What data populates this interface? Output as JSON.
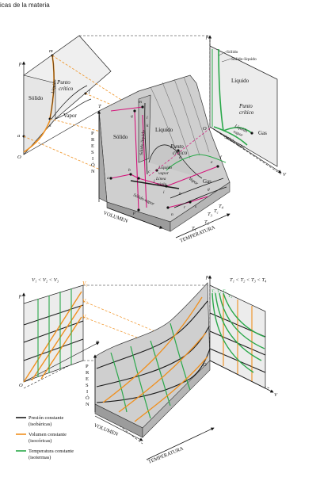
{
  "page": {
    "header": "icas de la materia"
  },
  "top_diagram": {
    "pv": {
      "p": "p",
      "O": "O",
      "a": "a",
      "m": "m",
      "s": "s",
      "f": "f",
      "T": "T",
      "solido": "Sólido",
      "liquido": "Líquido",
      "punto_critico": [
        "Punto",
        "crítico"
      ],
      "vapor": "Vapor"
    },
    "pvt": {
      "solido": "Sólido",
      "liquido": "Líquido",
      "punto_critico": [
        "Punto",
        "crítico"
      ],
      "liquido_vapor": [
        "Líquido",
        "vapor",
        "Línea",
        "triple"
      ],
      "solido_liquido": "Sólido-líquido",
      "gas": "Gas",
      "vapor": "Vapor",
      "solido_vapor": "Sólido-vapor",
      "points": [
        "m",
        "l",
        "k",
        "q",
        "c",
        "d",
        "e",
        "f",
        "a",
        "b",
        "j",
        "i",
        "h",
        "g",
        "p",
        "n",
        "r",
        "s"
      ],
      "T1": "T",
      "T2": "T",
      "T3": "T",
      "Tc": "T",
      "T4": "T",
      "T_subs": [
        "1",
        "2",
        "3",
        "c",
        "4"
      ]
    },
    "pt": {
      "p": "p",
      "O": "O",
      "V": "V",
      "solido": "Sólido",
      "solido_liquido": "Sólido-líquido",
      "liquido": "Líquido",
      "punto_critico": [
        "Punto",
        "crítico"
      ],
      "liquido_vapor": [
        "Líquido",
        "vapor"
      ],
      "gas": "Gas",
      "solido_vapor": "Sólido-vapor"
    },
    "axes": {
      "presion": [
        "P",
        "R",
        "E",
        "S",
        "I",
        "Ó",
        "N"
      ],
      "volumen": "VOLUMEN",
      "temperatura": "TEMPERATURA"
    }
  },
  "bottom_diagram": {
    "volumes_relation": "V₁ < V₂ < V₃",
    "temps_relation": "T₁ < T₂ < T₃ < T₄",
    "pv": {
      "p": "p",
      "O": "O",
      "T": "T",
      "V1": "V₁",
      "V2": "V₂",
      "V3": "V₃"
    },
    "pt": {
      "p": "p",
      "O": "O",
      "V": "V",
      "T_labels": [
        "T₁",
        "T₂",
        "T₃",
        "T₄"
      ]
    },
    "axes": {
      "presion": [
        "P",
        "R",
        "E",
        "S",
        "I",
        "Ó",
        "N"
      ],
      "volumen": "VOLUMEN",
      "temperatura": "TEMPERATURA"
    }
  },
  "legend": [
    {
      "color": "#1a1a1a",
      "label": [
        "Presión constante",
        "(isobáricas)"
      ]
    },
    {
      "color": "#f0901e",
      "label": [
        "Volumen constante",
        "(isocóricas)"
      ]
    },
    {
      "color": "#2aa84a",
      "label": [
        "Temperatura constante",
        "(isotermas)"
      ]
    }
  ],
  "colors": {
    "black_line": "#1a1a1a",
    "orange": "#f0901e",
    "green": "#2aa84a",
    "magenta": "#d4147a",
    "surface": "#cfcfcf",
    "surface_dark": "#a8a8a8",
    "panel": "#e9e9e9"
  }
}
